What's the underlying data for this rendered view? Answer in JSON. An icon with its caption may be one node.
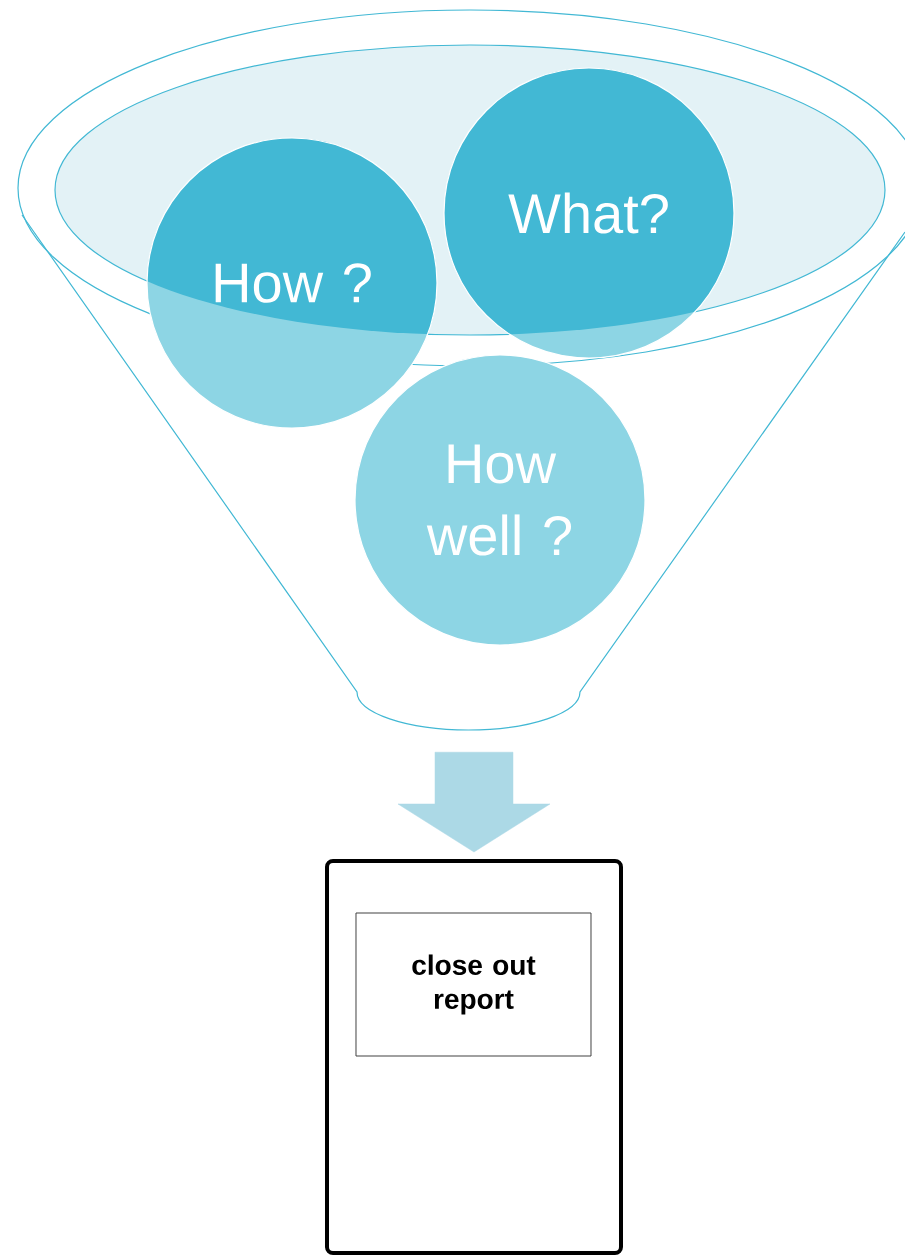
{
  "diagram": {
    "nodes": [
      {
        "text": [],
        "shape": "funnel"
      },
      {
        "text": [
          "How ?"
        ],
        "in": 0
      },
      {
        "text": [
          "What?"
        ],
        "in": 0
      },
      {
        "text": [
          "How well ?"
        ],
        "in": 0
      },
      {
        "text": [],
        "shape": "box"
      },
      {
        "text": [
          "close out report"
        ],
        "in": 4
      }
    ],
    "edges": [
      {
        "from": 0,
        "to": 4,
        "arrow": "to",
        "style": "thick"
      }
    ]
  }
}
